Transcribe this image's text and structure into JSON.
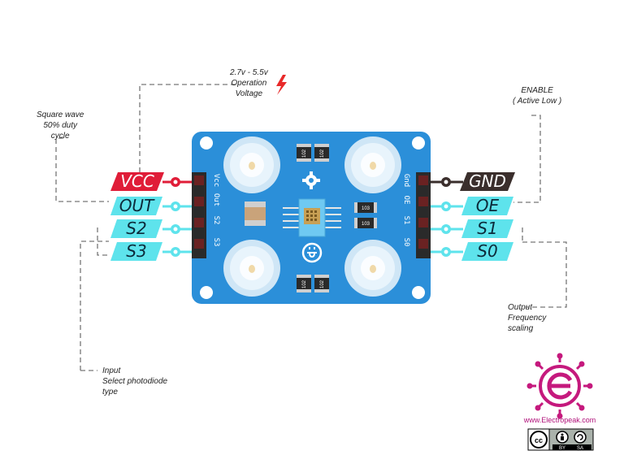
{
  "annotations": {
    "voltage": [
      "2.7v - 5.5v",
      "Operation",
      "Voltage"
    ],
    "square_wave": [
      "Square wave",
      "50% duty",
      "cycle"
    ],
    "enable": [
      "ENABLE",
      "( Active Low )"
    ],
    "output_freq": [
      "Output",
      "Frequency",
      "scaling"
    ],
    "input_select": [
      "Input",
      "Select photodiode",
      "type"
    ]
  },
  "pins_left": {
    "vcc": "VCC",
    "out": "OUT",
    "s2": "S2",
    "s3": "S3"
  },
  "pins_right": {
    "gnd": "GND",
    "oe": "OE",
    "s1": "S1",
    "s0": "S0"
  },
  "board_labels": {
    "left_header": [
      "Vcc",
      "Out",
      "S2",
      "S3"
    ],
    "right_header": [
      "Gnd",
      "OE",
      "S1",
      "S0"
    ],
    "resistor_top_left": "102",
    "resistor_top_right": "102",
    "resistor_mid_right_a": "103",
    "resistor_mid_right_b": "103",
    "resistor_bottom_left": "102",
    "resistor_bottom_right": "102"
  },
  "branding": {
    "url": "www.Electropeak.com",
    "license": [
      "cc",
      "BY",
      "SA"
    ]
  },
  "colors": {
    "board": "#2b8fd9",
    "vcc": "#e01d38",
    "signal": "#5ee3ec",
    "gnd": "#3a2e2c",
    "brand": "#c5197d",
    "bolt": "#e82a2a"
  },
  "icons": [
    "lightning-bolt-icon",
    "open-source-hardware-icon",
    "power-plug-icon",
    "electropeak-logo",
    "cc-by-sa-badge"
  ]
}
